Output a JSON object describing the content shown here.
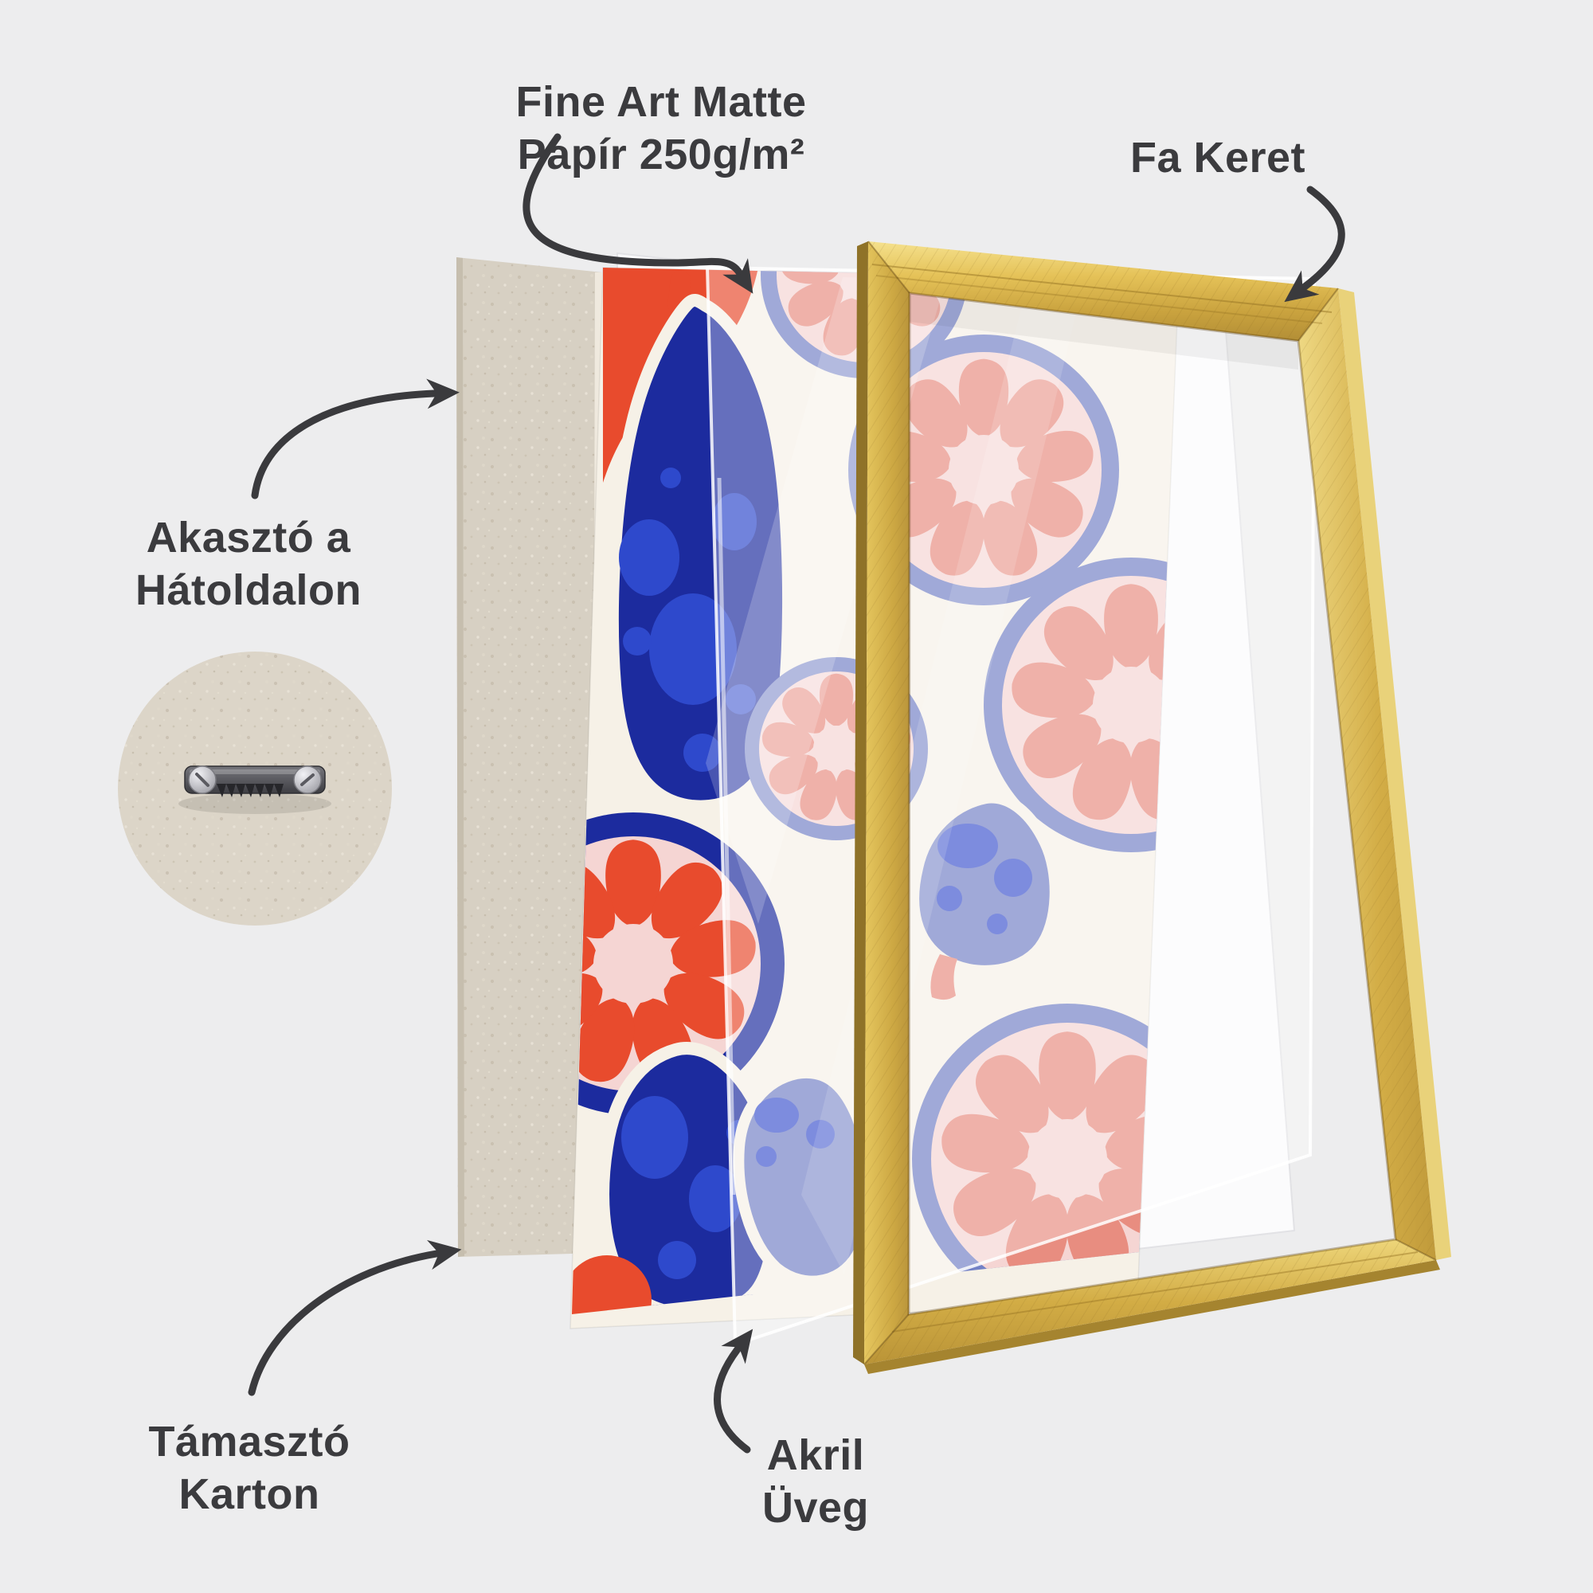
{
  "meta": {
    "description": "Exploded diagram of framed poster layers"
  },
  "colors": {
    "background": "#EDEDEE",
    "text": "#3B3B3E",
    "arrow": "#3A3A3D",
    "gold": "#D9B54A",
    "goldLight": "#F2DC84",
    "goldDark": "#A98731",
    "cardboard": "#D7D0C3",
    "cardboardLight": "#DCD5C8",
    "cream": "#F6F1E7",
    "paper": "#FBFBFC",
    "navy": "#1C2B9E",
    "royal": "#2E49CC",
    "periwinkle": "#7381C6",
    "blush": "#F5D5D3",
    "salmon": "#E88D80",
    "redOrange": "#E84B2D",
    "metal": "#4A4A4F"
  },
  "labels": {
    "paper": {
      "lines": [
        "Fine Art Matte",
        "Papír 250g/m²"
      ],
      "target": "art-print-layer"
    },
    "frame": {
      "lines": [
        "Fa Keret"
      ],
      "target": "wood-frame"
    },
    "hanger": {
      "lines": [
        "Akasztó a",
        "Hátoldalon"
      ],
      "target": "hanger-inset"
    },
    "backing": {
      "lines": [
        "Támasztó",
        "Karton"
      ],
      "target": "backing-board-layer"
    },
    "acrylic": {
      "lines": [
        "Akril",
        "Üveg"
      ],
      "target": "acrylic-layer"
    }
  }
}
